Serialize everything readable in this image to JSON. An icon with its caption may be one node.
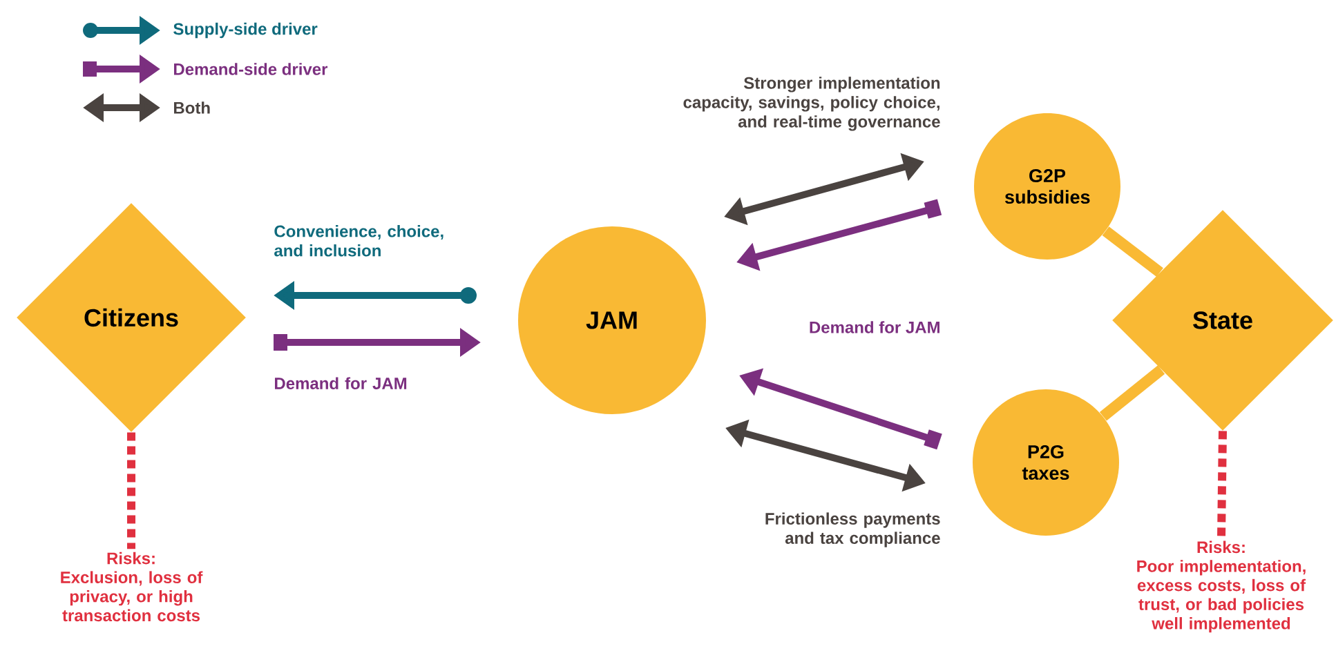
{
  "diagram": {
    "nodes": [
      {
        "text": [
          "Citizens"
        ]
      },
      {
        "text": [
          "JAM"
        ]
      },
      {
        "text": [
          "G2P subsidies"
        ]
      },
      {
        "text": [
          "State"
        ]
      },
      {
        "text": [
          "P2G taxes"
        ]
      },
      {
        "text": [
          "Risks:",
          "Exclusion, loss of privacy, or high transaction costs"
        ]
      },
      {
        "text": [
          "Risks:",
          "Poor implementation, excess costs, loss of trust, or bad policies well implemented"
        ]
      }
    ],
    "edges": [
      {
        "from": 1,
        "to": 0,
        "arrow": "to",
        "label": "Convenience, choice, and inclusion",
        "color": "#0f6a7c"
      },
      {
        "from": 0,
        "to": 1,
        "arrow": "to",
        "label": "Demand for JAM",
        "color": "#7b2f7f"
      },
      {
        "from": 1,
        "to": 2,
        "arrow": "both",
        "label": "Stronger implementation capacity, savings, policy choice, and real-time governance",
        "color": "#4a4340"
      },
      {
        "from": 2,
        "to": 1,
        "arrow": "to",
        "color": "#7b2f7f"
      },
      {
        "from": 4,
        "to": 1,
        "arrow": "to",
        "color": "#7b2f7f"
      },
      {
        "from": 1,
        "to": 4,
        "arrow": "both",
        "label": "Frictionless payments and tax compliance",
        "color": "#4a4340"
      },
      {
        "from": 2,
        "to": 3,
        "arrow": "none",
        "color": "#f9b934"
      },
      {
        "from": 4,
        "to": 3,
        "arrow": "none",
        "color": "#f9b934"
      },
      {
        "from": 0,
        "to": 5,
        "arrow": "none",
        "style": "dashed",
        "color": "#e0303f"
      },
      {
        "from": 3,
        "to": 6,
        "arrow": "none",
        "style": "dashed",
        "color": "#e0303f"
      }
    ],
    "labels": [
      "Demand for JAM"
    ],
    "legend": [
      {
        "text": "Supply-side driver"
      },
      {
        "text": "Demand-side driver"
      },
      {
        "text": "Both"
      }
    ]
  }
}
